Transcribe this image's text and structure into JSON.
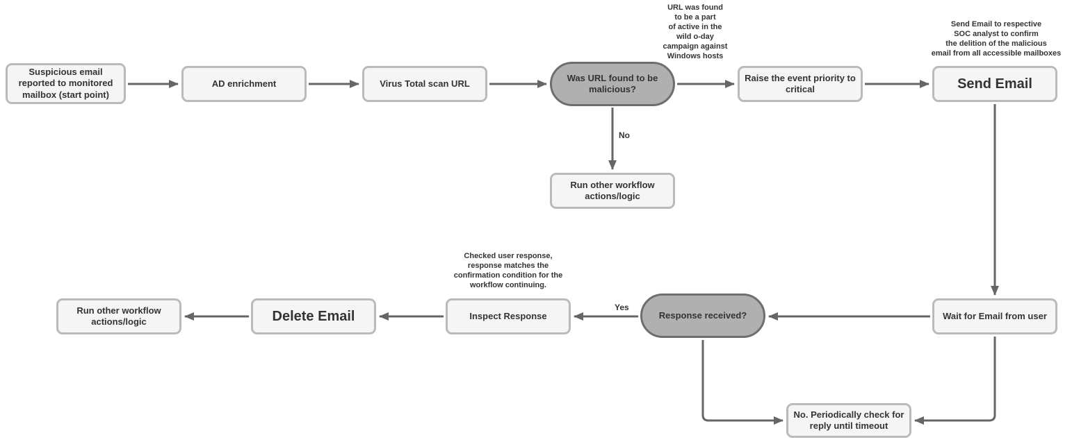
{
  "diagram": {
    "title_hint": "SOC phishing email response workflow flowchart",
    "colors": {
      "background": "#ffffff",
      "node_fill": "#f5f5f5",
      "node_border": "#bababa",
      "decision_fill": "#b0b0b0",
      "decision_border": "#6e6e6e",
      "arrow": "#666666",
      "text": "#333333"
    },
    "nodes": {
      "start": {
        "label": "Suspicious email\nreported to monitored\nmailbox (start point)"
      },
      "ad_enrichment": {
        "label": "AD enrichment"
      },
      "virus_total": {
        "label": "Virus Total scan URL"
      },
      "url_malicious_decision": {
        "label": "Was URL found to be\nmalicious?"
      },
      "raise_priority": {
        "label": "Raise the event priority to\ncritical"
      },
      "send_email": {
        "label": "Send Email"
      },
      "run_other_workflow_top": {
        "label": "Run other workflow\nactions/logic"
      },
      "wait_for_email": {
        "label": "Wait for Email from user"
      },
      "response_received_decision": {
        "label": "Response received?"
      },
      "inspect_response": {
        "label": "Inspect Response"
      },
      "delete_email": {
        "label": "Delete Email"
      },
      "run_other_workflow_bottom": {
        "label": "Run other workflow\nactions/logic"
      },
      "periodic_check": {
        "label": "No. Periodically check for\nreply until timeout"
      }
    },
    "annotations": {
      "campaign_note": "URL was found\nto be a part\nof active in the\nwild o-day\ncampaign against\nWindows hosts",
      "send_email_note": "Send Email to respective\nSOC analyst to confirm\nthe delition of the malicious\nemail from all accessible mailboxes",
      "inspect_note": "Checked user response,\nresponse matches the\nconfirmation condition for the\nworkflow continuing."
    },
    "edge_labels": {
      "no": "No",
      "yes": "Yes"
    }
  }
}
